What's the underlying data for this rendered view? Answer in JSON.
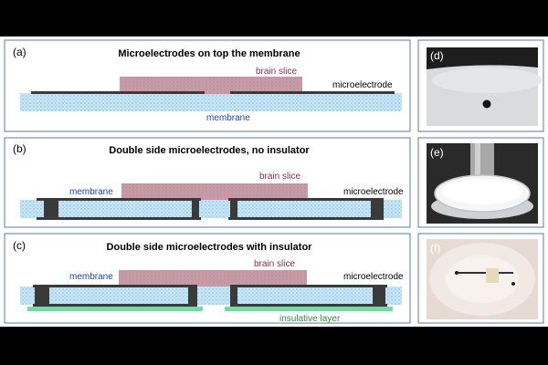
{
  "panels": [
    {
      "letter": "(a)",
      "title": "Microelectrodes on top the membrane",
      "label_slice": "brain slice",
      "label_electrode": "microelectrode",
      "label_membrane": "membrane"
    },
    {
      "letter": "(b)",
      "title": "Double side microelectrodes, no insulator",
      "label_slice": "brain slice",
      "label_electrode": "microelectrode",
      "label_membrane": "membrane"
    },
    {
      "letter": "(c)",
      "title": "Double side microelectrodes with insulator",
      "label_slice": "brain slice",
      "label_electrode": "microelectrode",
      "label_membrane": "membrane",
      "label_insulator": "insulative layer"
    }
  ],
  "photos": [
    {
      "letter": "(d)"
    },
    {
      "letter": "(e)"
    },
    {
      "letter": "(f)"
    }
  ],
  "colors": {
    "background": "#000000",
    "panel_border": "#5a78a6",
    "membrane": "#bfe0f3",
    "slice": "#c69aa6",
    "electrode": "#3a3a3a",
    "insulator": "#7fd6a4",
    "slice_label": "#8b2d4a",
    "membrane_label": "#1f3fb0",
    "insulator_label": "#2f8a3a"
  }
}
